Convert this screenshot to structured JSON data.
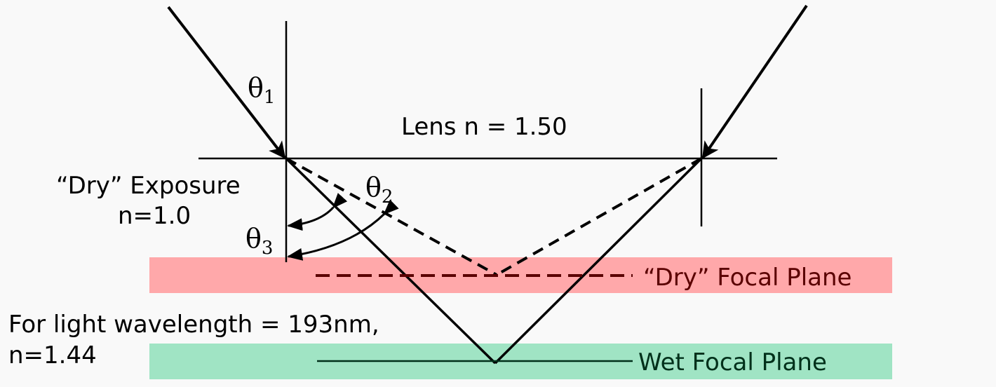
{
  "labels": {
    "theta1": "θ",
    "theta1_sub": "1",
    "theta2": "θ",
    "theta2_sub": "2",
    "theta3": "θ",
    "theta3_sub": "3",
    "lens": "Lens n = 1.50",
    "dry_exposure": "“Dry” Exposure",
    "dry_n": "n=1.0",
    "dry_focal_plane": "“Dry” Focal Plane",
    "wet_focal_plane": "Wet Focal Plane",
    "wavelength_line1": "For light wavelength = 193nm,",
    "wavelength_line2": "n=1.44"
  },
  "colors": {
    "background": "#f9f9f9",
    "dry_band": "#ffa8aa",
    "dry_text": "#5a0000",
    "wet_band": "#a0e4c4",
    "wet_text": "#00301a"
  }
}
